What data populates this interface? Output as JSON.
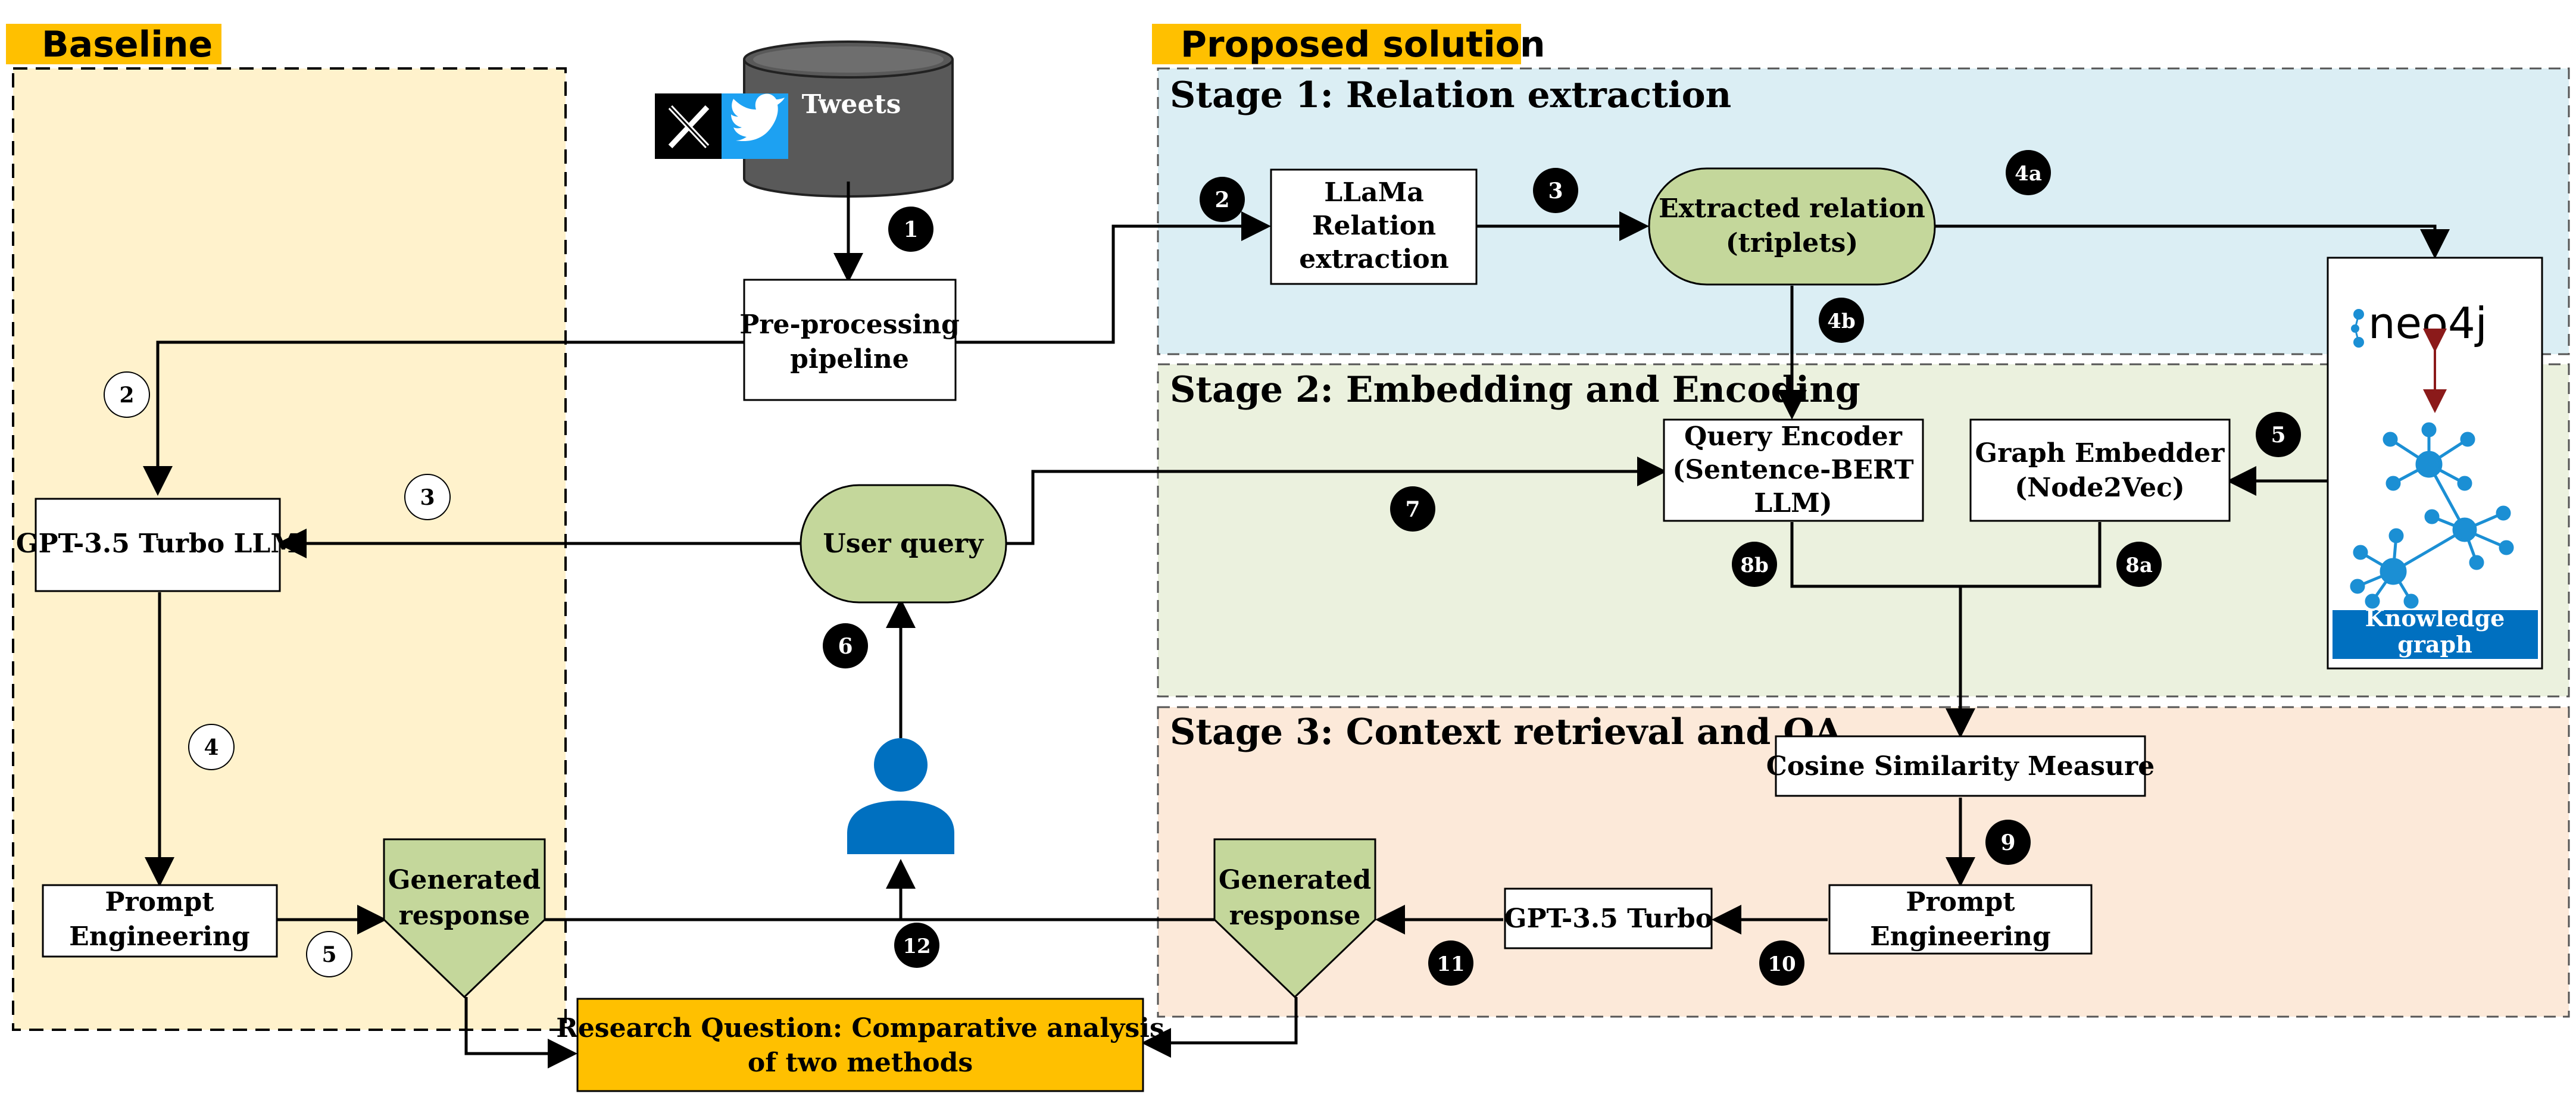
{
  "sections": {
    "baseline": {
      "label": "Baseline",
      "bg": "#fff2cc"
    },
    "proposed": {
      "label": "Proposed solution"
    },
    "stage1": {
      "title": "Stage 1: Relation extraction",
      "bg": "#dbeef4"
    },
    "stage2": {
      "title": "Stage 2: Embedding and Encoding",
      "bg": "#ebf1de"
    },
    "stage3": {
      "title": "Stage 3: Context retrieval and QA",
      "bg": "#fce9d9"
    }
  },
  "colors": {
    "header_bg": "#ffc000",
    "node_green": "#c4d79b",
    "db_gray": "#595959",
    "twitter_blue": "#1da1f2",
    "x_black": "#000000",
    "person_blue": "#0070c0",
    "kg_label_bg": "#0070c0",
    "graph_node": "#1b8fd4"
  },
  "nodes": {
    "tweets": {
      "label": "Tweets"
    },
    "preprocessing": {
      "lines": [
        "Pre-processing",
        "pipeline"
      ]
    },
    "gpt_llm": {
      "lines": [
        "GPT-3.5 Turbo LLM"
      ]
    },
    "user_query": {
      "lines": [
        "User query"
      ]
    },
    "prompt_engineering_left": {
      "lines": [
        "Prompt",
        "Engineering"
      ]
    },
    "generated_response_left": {
      "lines": [
        "Generated",
        "response"
      ]
    },
    "llama": {
      "lines": [
        "LLaMa",
        "Relation",
        "extraction"
      ]
    },
    "extracted_relation": {
      "lines": [
        "Extracted relation",
        "(triplets)"
      ]
    },
    "query_encoder": {
      "lines": [
        "Query Encoder",
        "(Sentence-BERT",
        "LLM)"
      ]
    },
    "graph_embedder": {
      "lines": [
        "Graph Embedder",
        "(Node2Vec)"
      ]
    },
    "knowledge_graph": {
      "brand": "neo4j",
      "lines": [
        "Knowledge",
        "graph"
      ]
    },
    "cosine_similarity": {
      "lines": [
        "Cosine Similarity Measure"
      ]
    },
    "prompt_engineering_right": {
      "lines": [
        "Prompt",
        "Engineering"
      ]
    },
    "gpt_turbo": {
      "lines": [
        "GPT-3.5 Turbo"
      ]
    },
    "generated_response_right": {
      "lines": [
        "Generated",
        "response"
      ]
    },
    "research_question": {
      "lines": [
        "Research Question: Comparative analysis",
        "of two methods"
      ]
    }
  },
  "badges": {
    "baseline_steps": [
      "2",
      "3",
      "4",
      "5"
    ],
    "proposed_steps": [
      "1",
      "2",
      "3",
      "4a",
      "4b",
      "5",
      "6",
      "7",
      "8a",
      "8b",
      "9",
      "10",
      "11",
      "12"
    ]
  }
}
